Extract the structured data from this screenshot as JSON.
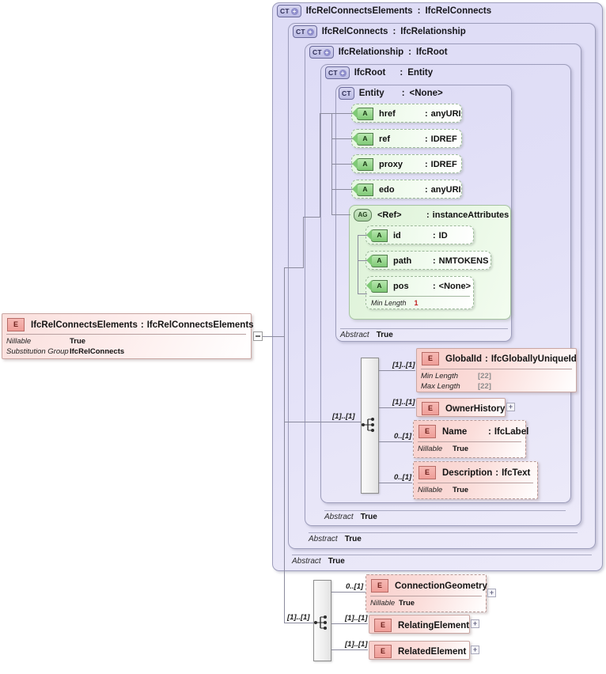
{
  "diagram": {
    "title": "IfcRelConnectsElements XSD structure",
    "colors": {
      "complextype_fill": "#dedcf6",
      "attribute_fill": "#e6f7e2",
      "element_fill": "#f8cfcb",
      "border": "#9d9dbb",
      "connector": "#8b8b9e",
      "required_value": "#c02020"
    }
  },
  "root_element": {
    "icon": "element-icon",
    "icon_label": "E",
    "name": "IfcRelConnectsElements",
    "separator": ":",
    "type": "IfcRelConnectsElements",
    "properties": [
      {
        "key": "Nillable",
        "value": "True"
      },
      {
        "key": "Substitution Group",
        "value": "IfcRelConnects"
      }
    ],
    "collapse_toggle": "minus-box"
  },
  "containers": [
    {
      "icon": "complextype-expandable-icon",
      "icon_label": "CT",
      "has_plus": true,
      "name": "IfcRelConnectsElements",
      "separator": ":",
      "type": "IfcRelConnects",
      "abstract_key": "Abstract",
      "abstract_value": "True"
    },
    {
      "icon": "complextype-expandable-icon",
      "icon_label": "CT",
      "has_plus": true,
      "name": "IfcRelConnects",
      "separator": ":",
      "type": "IfcRelationship",
      "abstract_key": "Abstract",
      "abstract_value": "True"
    },
    {
      "icon": "complextype-expandable-icon",
      "icon_label": "CT",
      "has_plus": true,
      "name": "IfcRelationship",
      "separator": ":",
      "type": "IfcRoot",
      "abstract_key": "Abstract",
      "abstract_value": "True"
    },
    {
      "icon": "complextype-expandable-icon",
      "icon_label": "CT",
      "has_plus": true,
      "name": "IfcRoot",
      "separator": ":",
      "type": "Entity",
      "abstract_key": "Abstract",
      "abstract_value": "True"
    },
    {
      "icon": "complextype-icon",
      "icon_label": "CT",
      "has_plus": false,
      "name": "Entity",
      "separator": ":",
      "type": "<None>",
      "abstract_key": "Abstract",
      "abstract_value": "True"
    }
  ],
  "attributes": [
    {
      "icon": "attribute-icon",
      "icon_label": "A",
      "name": "href",
      "separator": ":",
      "type": "anyURI"
    },
    {
      "icon": "attribute-icon",
      "icon_label": "A",
      "name": "ref",
      "separator": ":",
      "type": "IDREF"
    },
    {
      "icon": "attribute-icon",
      "icon_label": "A",
      "name": "proxy",
      "separator": ":",
      "type": "IDREF"
    },
    {
      "icon": "attribute-icon",
      "icon_label": "A",
      "name": "edo",
      "separator": ":",
      "type": "anyURI"
    }
  ],
  "attribute_group": {
    "icon": "attribute-group-icon",
    "icon_label": "AG",
    "name": "<Ref>",
    "separator": ":",
    "type": "instanceAttributes",
    "members": [
      {
        "icon": "attribute-icon",
        "icon_label": "A",
        "name": "id",
        "separator": ":",
        "type": "ID"
      },
      {
        "icon": "attribute-icon",
        "icon_label": "A",
        "name": "path",
        "separator": ":",
        "type": "NMTOKENS"
      },
      {
        "icon": "attribute-icon",
        "icon_label": "A",
        "name": "pos",
        "separator": ":",
        "type": "<None>",
        "facets": [
          {
            "key": "Min Length",
            "value": "1"
          }
        ]
      }
    ]
  },
  "sequence_root": {
    "icon": "sequence-icon",
    "cardinality": "[1]..[1]",
    "children": [
      {
        "icon": "element-icon",
        "icon_label": "E",
        "name": "GlobalId",
        "separator": ":",
        "type": "IfcGloballyUniqueId",
        "cardinality": "[1]..[1]",
        "dashed": false,
        "expandable": false,
        "properties": [
          {
            "key": "Min Length",
            "value": "[22]",
            "muted": true
          },
          {
            "key": "Max Length",
            "value": "[22]",
            "muted": true
          }
        ]
      },
      {
        "icon": "element-icon",
        "icon_label": "E",
        "name": "OwnerHistory",
        "separator": "",
        "type": "",
        "cardinality": "[1]..[1]",
        "dashed": false,
        "expandable": true,
        "properties": []
      },
      {
        "icon": "element-icon",
        "icon_label": "E",
        "name": "Name",
        "separator": ":",
        "type": "IfcLabel",
        "cardinality": "0..[1]",
        "dashed": true,
        "expandable": false,
        "properties": [
          {
            "key": "Nillable",
            "value": "True",
            "muted": false
          }
        ]
      },
      {
        "icon": "element-icon",
        "icon_label": "E",
        "name": "Description",
        "separator": ":",
        "type": "IfcText",
        "cardinality": "0..[1]",
        "dashed": true,
        "expandable": false,
        "properties": [
          {
            "key": "Nillable",
            "value": "True",
            "muted": false
          }
        ]
      }
    ]
  },
  "sequence_bottom": {
    "icon": "sequence-icon",
    "cardinality": "[1]..[1]",
    "children": [
      {
        "icon": "element-icon",
        "icon_label": "E",
        "name": "ConnectionGeometry",
        "separator": "",
        "type": "",
        "cardinality": "0..[1]",
        "dashed": true,
        "expandable": true,
        "properties": [
          {
            "key": "Nillable",
            "value": "True",
            "muted": false
          }
        ]
      },
      {
        "icon": "element-icon",
        "icon_label": "E",
        "name": "RelatingElement",
        "separator": "",
        "type": "",
        "cardinality": "[1]..[1]",
        "dashed": false,
        "expandable": true,
        "properties": []
      },
      {
        "icon": "element-icon",
        "icon_label": "E",
        "name": "RelatedElement",
        "separator": "",
        "type": "",
        "cardinality": "[1]..[1]",
        "dashed": false,
        "expandable": true,
        "properties": []
      }
    ]
  }
}
